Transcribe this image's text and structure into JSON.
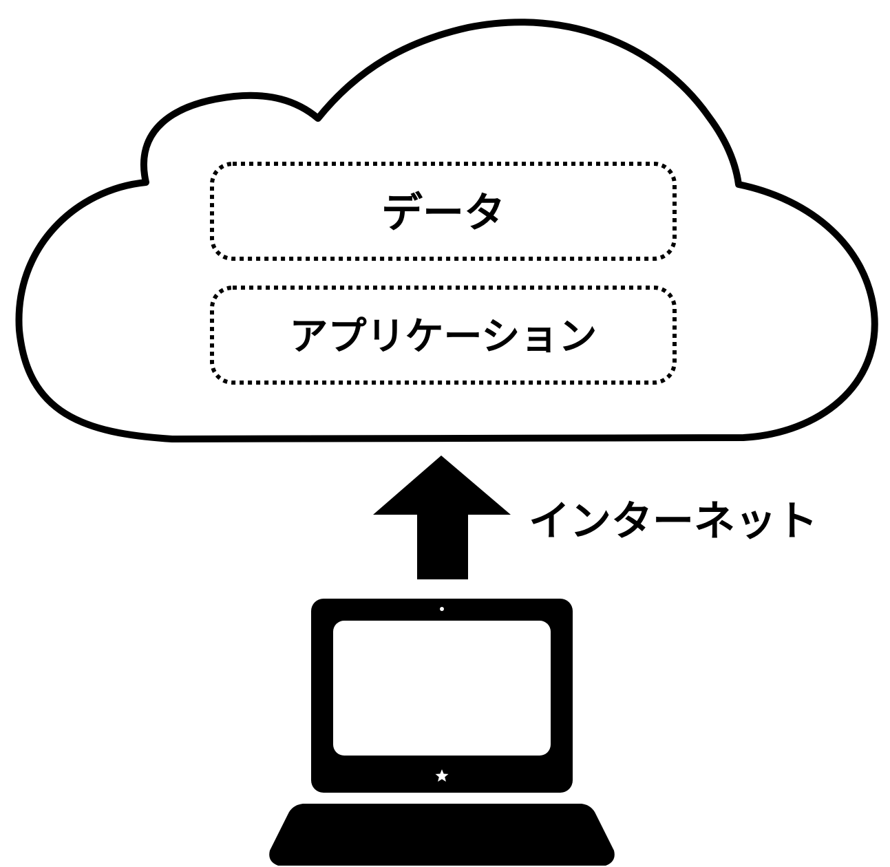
{
  "cloud": {
    "boxes": [
      {
        "label": "データ"
      },
      {
        "label": "アプリケーション"
      }
    ]
  },
  "connection": {
    "label": "インターネット"
  },
  "colors": {
    "stroke": "#000000",
    "fill": "#ffffff",
    "device": "#000000"
  },
  "icons": {
    "cloud": "cloud-icon",
    "arrow": "arrow-up-icon",
    "device": "laptop-icon",
    "logo": "star-icon"
  }
}
